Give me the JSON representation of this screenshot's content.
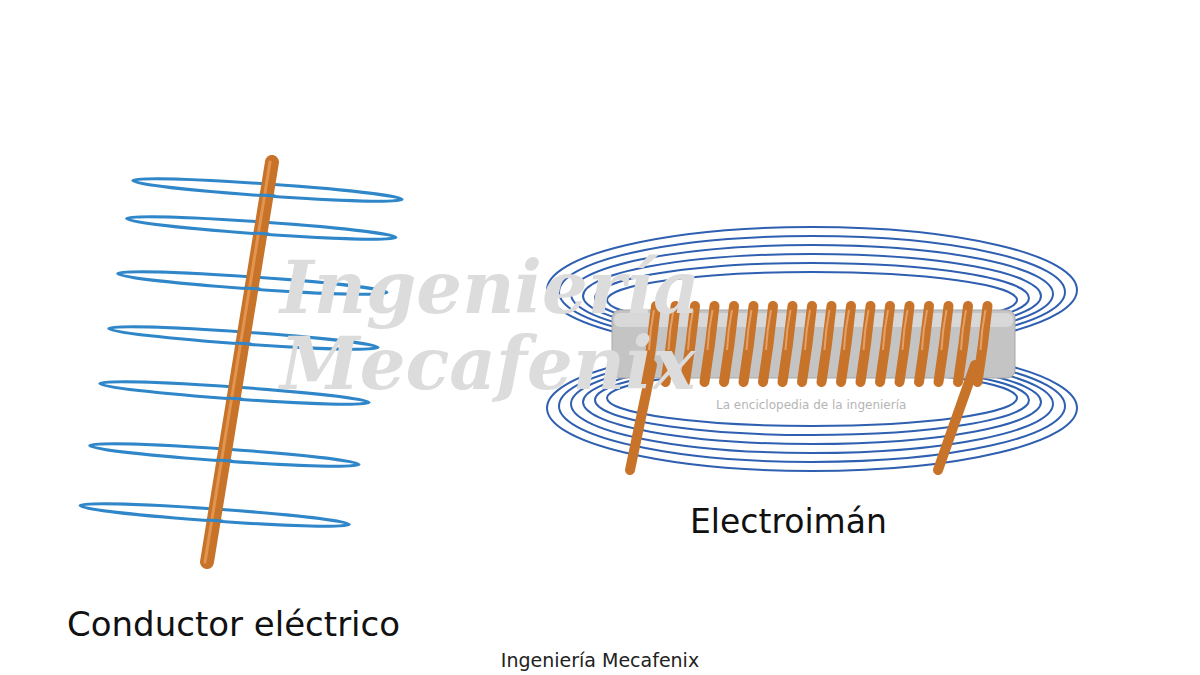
{
  "diagram": {
    "caption": "Ingeniería Mecafenix",
    "labels": [
      "Conductor eléctrico",
      "Electroimán",
      "Ingeniería Mecafenix",
      "La enciclopedia de la ingeniería"
    ]
  }
}
